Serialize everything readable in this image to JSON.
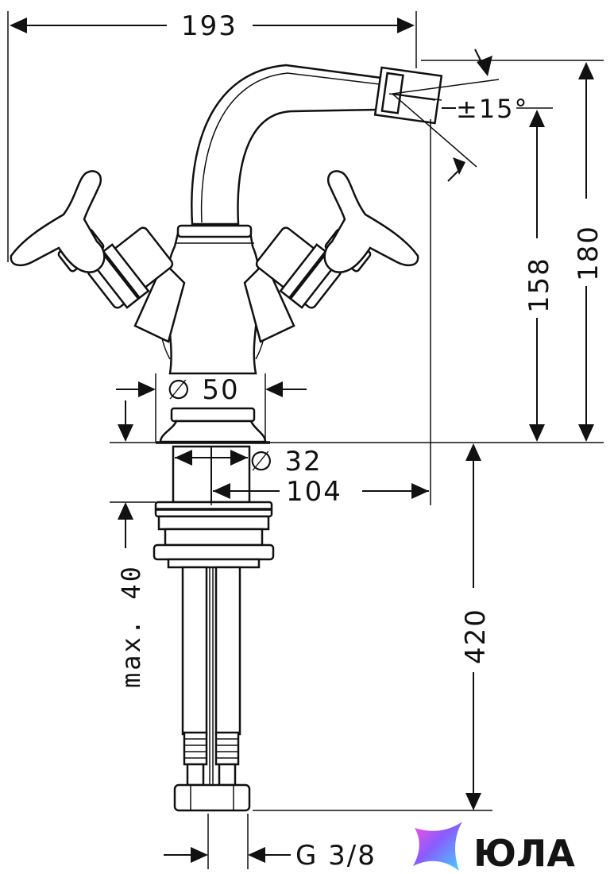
{
  "dimensions": {
    "overall_width": "193",
    "spout_tilt": "±15°",
    "spout_height": "158",
    "overall_height": "180",
    "base_diameter": "∅ 50",
    "shank_diameter": "∅ 32",
    "spout_reach": "104",
    "max_deck_thickness": "max. 40",
    "hose_length": "420",
    "connection_thread": "G 3/8"
  },
  "brand": {
    "name": "ЮЛА",
    "logo_icon": "star-logo-icon",
    "logo_colors": [
      "#ff4fd8",
      "#8a5cff",
      "#3fd4ff",
      "#2b6bff"
    ]
  }
}
